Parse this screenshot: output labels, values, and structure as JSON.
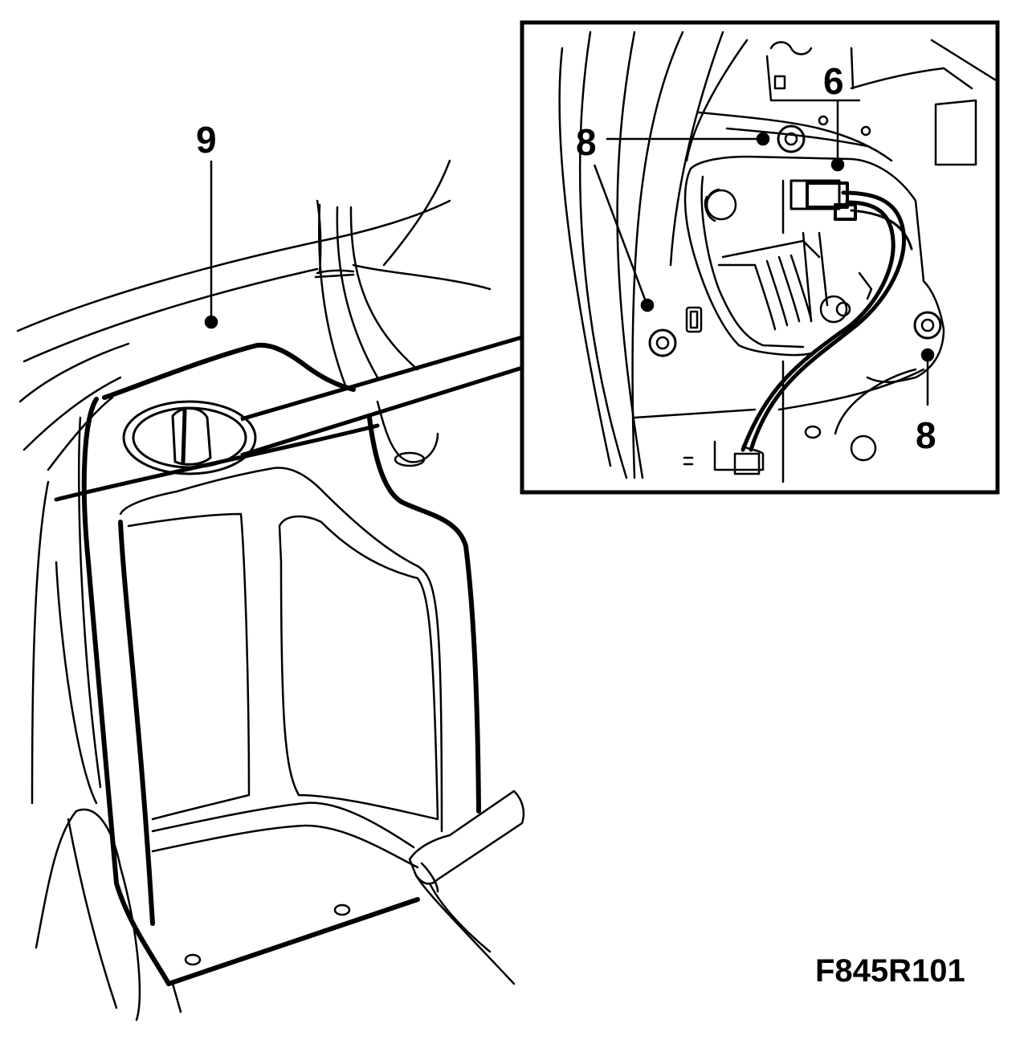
{
  "callouts": {
    "part_9": "9",
    "part_6": "6",
    "part_8_upper": "8",
    "part_8_lower": "8"
  },
  "figure_id": "F845R101",
  "colors": {
    "line": "#000000",
    "background": "#ffffff"
  }
}
